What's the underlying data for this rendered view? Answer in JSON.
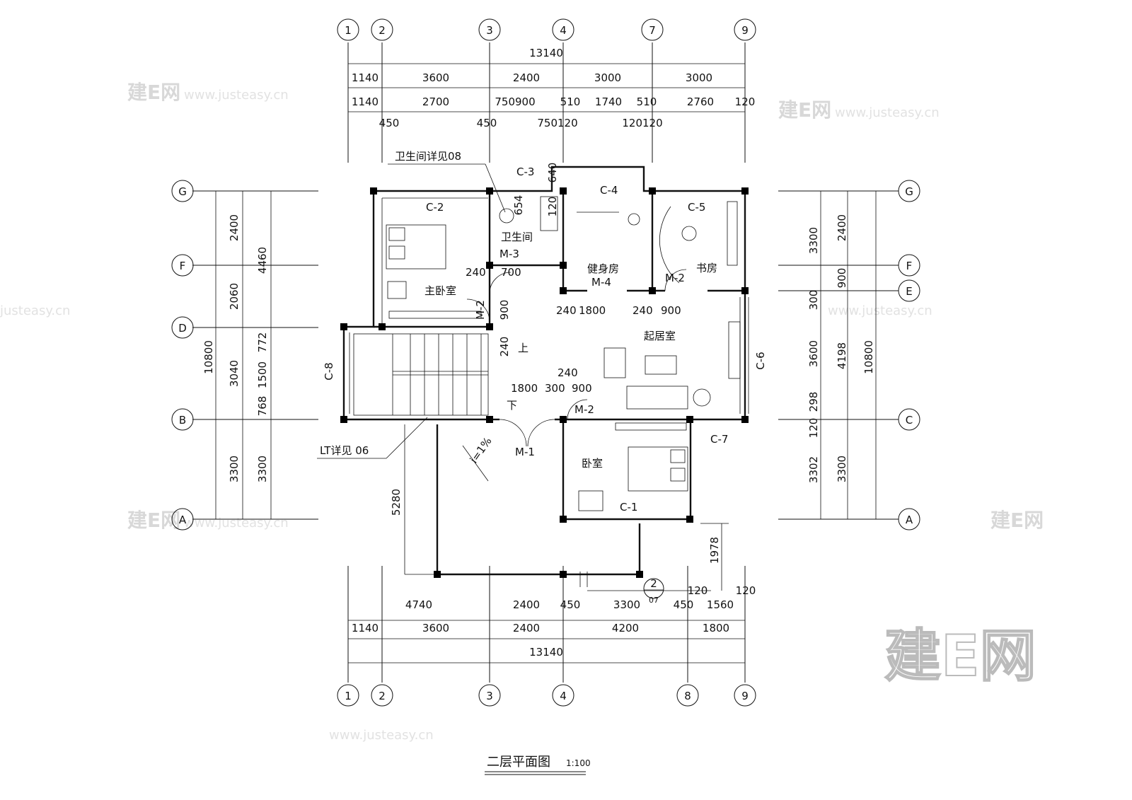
{
  "title": "二层平面图",
  "scale": "1:100",
  "watermark": {
    "logo": "建E网",
    "url": "www.justeasy.cn"
  },
  "axes": {
    "top": [
      "1",
      "2",
      "3",
      "4",
      "7",
      "9"
    ],
    "bottom": [
      "1",
      "2",
      "3",
      "4",
      "8",
      "9"
    ],
    "left": [
      "G",
      "F",
      "D",
      "B",
      "A"
    ],
    "right": [
      "G",
      "F",
      "E",
      "C",
      "A"
    ]
  },
  "dimensions": {
    "top_total": "13140",
    "top_row1": [
      "1140",
      "3600",
      "2400",
      "3000",
      "3000"
    ],
    "top_row2": [
      "1140",
      "2700",
      "750900",
      "510",
      "1740",
      "510",
      "2760",
      "120"
    ],
    "top_row3": [
      "450",
      "450",
      "750120",
      "120120"
    ],
    "bottom_total": "13140",
    "bottom_row1": [
      "4740",
      "2400",
      "450",
      "3300",
      "450",
      "1560"
    ],
    "bottom_row2": [
      "1140",
      "3600",
      "2400",
      "4200",
      "1800"
    ],
    "bottom_extra": [
      "120",
      "120"
    ],
    "left_outer": "10800",
    "left_mid": [
      "2400",
      "2060",
      "3040",
      "3300"
    ],
    "left_inner": [
      "4460",
      "772",
      "1500",
      "768",
      "3300"
    ],
    "right_inner": [
      "3300",
      "2400",
      "900",
      "300",
      "3600",
      "298",
      "120",
      "3302"
    ],
    "right_mid": [
      "4198",
      "3300"
    ],
    "right_outer": "10800",
    "interior": [
      "240",
      "700",
      "240",
      "900",
      "240",
      "1800",
      "240",
      "900",
      "240",
      "1800",
      "300",
      "900",
      "654",
      "120",
      "640",
      "5280",
      "1978"
    ]
  },
  "rooms": {
    "master_bedroom": "主卧室",
    "bathroom": "卫生间",
    "gym": "健身房",
    "study": "书房",
    "living": "起居室",
    "bedroom": "卧室"
  },
  "windows": [
    "C-2",
    "C-3",
    "C-4",
    "C-5",
    "C-6",
    "C-7",
    "C-8",
    "C-1"
  ],
  "doors": [
    "M-1",
    "M-2",
    "M-3",
    "M-4"
  ],
  "notes": {
    "bath_detail": "卫生间详见08",
    "stair_detail": "LT详见 06",
    "stair_up": "上",
    "stair_down": "下",
    "slope": "i=1%"
  },
  "section_ref": {
    "num": "2",
    "sheet": "07"
  }
}
